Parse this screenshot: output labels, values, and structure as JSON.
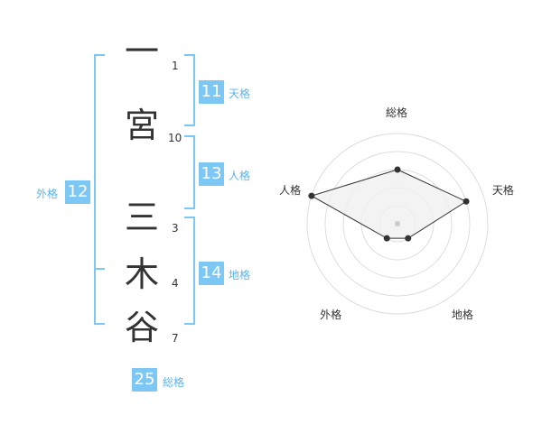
{
  "name": {
    "surname": [
      {
        "char": "一",
        "strokes": "1"
      },
      {
        "char": "宮",
        "strokes": "10"
      }
    ],
    "given": [
      {
        "char": "三",
        "strokes": "3"
      },
      {
        "char": "木",
        "strokes": "4"
      },
      {
        "char": "谷",
        "strokes": "7"
      }
    ]
  },
  "kaku": {
    "tenkaku": {
      "value": "11",
      "label": "天格"
    },
    "jinkaku": {
      "value": "13",
      "label": "人格"
    },
    "chikaku": {
      "value": "14",
      "label": "地格"
    },
    "gaikaku": {
      "value": "12",
      "label": "外格"
    },
    "soukaku": {
      "value": "25",
      "label": "総格"
    }
  },
  "radar": {
    "axes": [
      "総格",
      "天格",
      "地格",
      "外格",
      "人格"
    ],
    "levels": 5,
    "values": [
      3,
      4,
      1,
      1,
      5
    ],
    "colors": {
      "fill": "#f0f0f0",
      "stroke": "#333333",
      "grid": "#dddddd",
      "center": "#cccccc"
    }
  },
  "colors": {
    "accent": "#7cc7f4",
    "label": "#5db4ea"
  }
}
